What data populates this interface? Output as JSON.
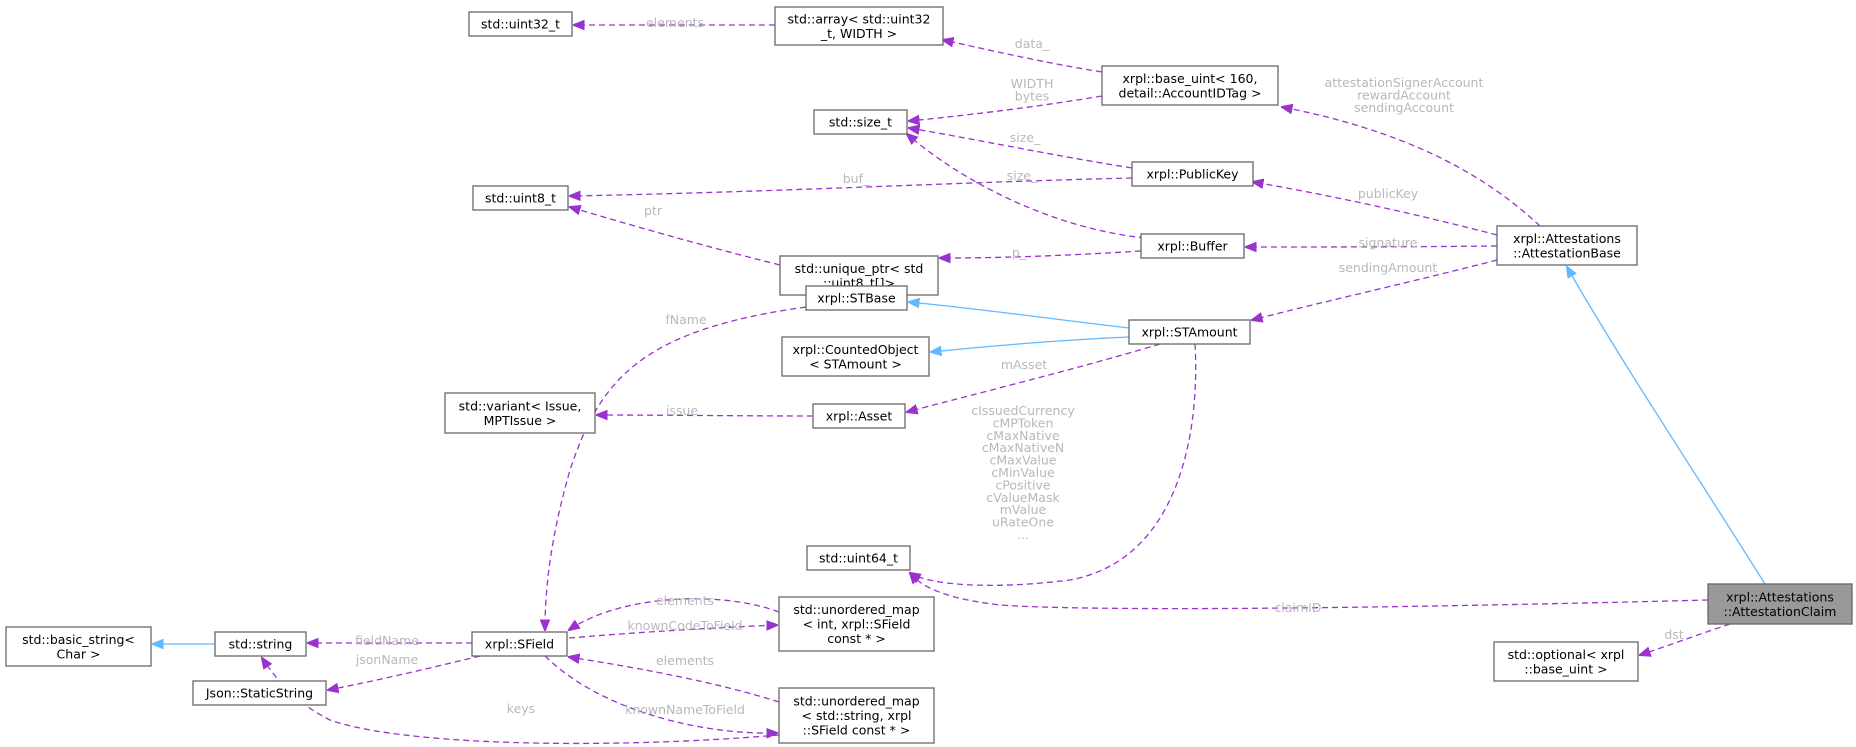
{
  "nodes": {
    "uint32": [
      "std::uint32_t"
    ],
    "array": [
      "std::array< std::uint32",
      "_t, WIDTH >"
    ],
    "baseuint": [
      "xrpl::base_uint< 160,",
      "detail::AccountIDTag >"
    ],
    "sizet": [
      "std::size_t"
    ],
    "publickey": [
      "xrpl::PublicKey"
    ],
    "uint8": [
      "std::uint8_t"
    ],
    "uniqueptr": [
      "std::unique_ptr< std",
      "::uint8_t[]>"
    ],
    "buffer": [
      "xrpl::Buffer"
    ],
    "attbase": [
      "xrpl::Attestations",
      "::AttestationBase"
    ],
    "stbase": [
      "xrpl::STBase"
    ],
    "stamount": [
      "xrpl::STAmount"
    ],
    "counted": [
      "xrpl::CountedObject",
      "< STAmount >"
    ],
    "variant": [
      "std::variant< Issue,",
      "MPTIssue >"
    ],
    "asset": [
      "xrpl::Asset"
    ],
    "uint64": [
      "std::uint64_t"
    ],
    "attclaim": [
      "xrpl::Attestations",
      "::AttestationClaim"
    ],
    "basicstring": [
      "std::basic_string<",
      "Char >"
    ],
    "string": [
      "std::string"
    ],
    "sfield": [
      "xrpl::SField"
    ],
    "umap1": [
      "std::unordered_map",
      "< int, xrpl::SField",
      "const * >"
    ],
    "optional": [
      "std::optional< xrpl",
      "::base_uint >"
    ],
    "staticstring": [
      "Json::StaticString"
    ],
    "umap2": [
      "std::unordered_map",
      "< std::string, xrpl",
      "::SField const * >"
    ]
  },
  "edge_labels": {
    "elements_uint32": [
      "elements"
    ],
    "data": [
      "data_"
    ],
    "width_bytes": [
      "WIDTH",
      "bytes"
    ],
    "accounts": [
      "attestationSignerAccount",
      "rewardAccount",
      "sendingAccount"
    ],
    "size_pk": [
      "size_"
    ],
    "buf": [
      "buf_"
    ],
    "size_buf": [
      "size_"
    ],
    "publickey": [
      "publicKey"
    ],
    "ptr": [
      "ptr"
    ],
    "p": [
      "p_"
    ],
    "signature": [
      "signature"
    ],
    "sendingamount": [
      "sendingAmount"
    ],
    "fname": [
      "fName"
    ],
    "masset": [
      "mAsset"
    ],
    "issue": [
      "issue"
    ],
    "stamount_members": [
      "cIssuedCurrency",
      "cMPToken",
      "cMaxNative",
      "cMaxNativeN",
      "cMaxValue",
      "cMinValue",
      "cPositive",
      "cValueMask",
      "mValue",
      "uRateOne",
      "..."
    ],
    "claimid": [
      "claimID"
    ],
    "dst": [
      "dst"
    ],
    "elements_umap1": [
      "elements"
    ],
    "knowncode": [
      "knownCodeToField"
    ],
    "fieldname": [
      "fieldName"
    ],
    "jsonname": [
      "jsonName"
    ],
    "elements_umap2": [
      "elements"
    ],
    "keys": [
      "keys"
    ],
    "knownname": [
      "knownNameToField"
    ]
  }
}
